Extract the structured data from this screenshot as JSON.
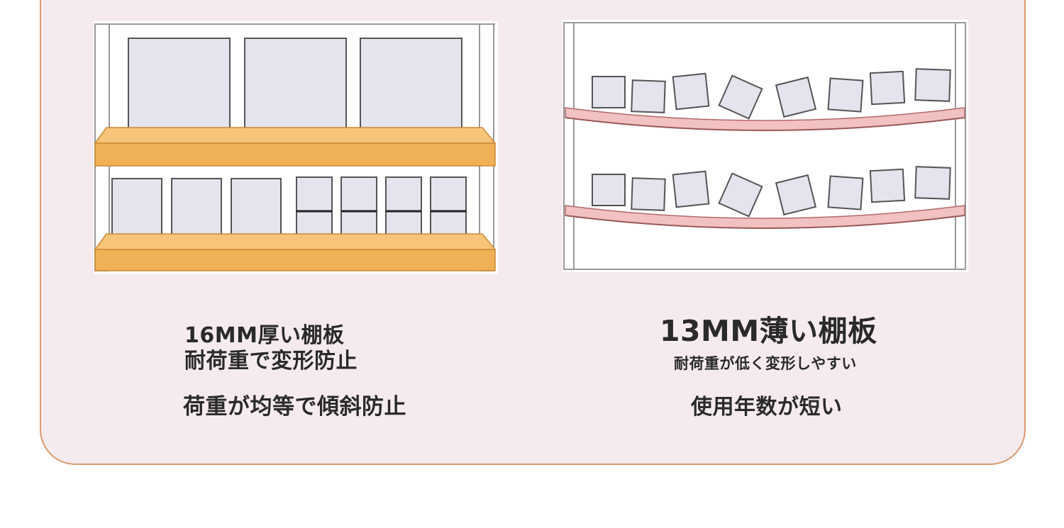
{
  "colors": {
    "panel_background": "#f5ebee",
    "panel_border": "#d99a6f",
    "thick_shelf": "#f0b055",
    "thin_shelf": "#f2c1c1",
    "box_fill": "#e4e3ee",
    "box_stroke": "#555555",
    "frame_stroke": "#999999"
  },
  "left": {
    "line1": "16MM厚い棚板",
    "line2": "耐荷重で変形防止",
    "line3": "荷重が均等で傾斜防止"
  },
  "right": {
    "line1": "13MM薄い棚板",
    "line2": "耐荷重が低く変形しやすい",
    "line3": "使用年数が短い"
  }
}
